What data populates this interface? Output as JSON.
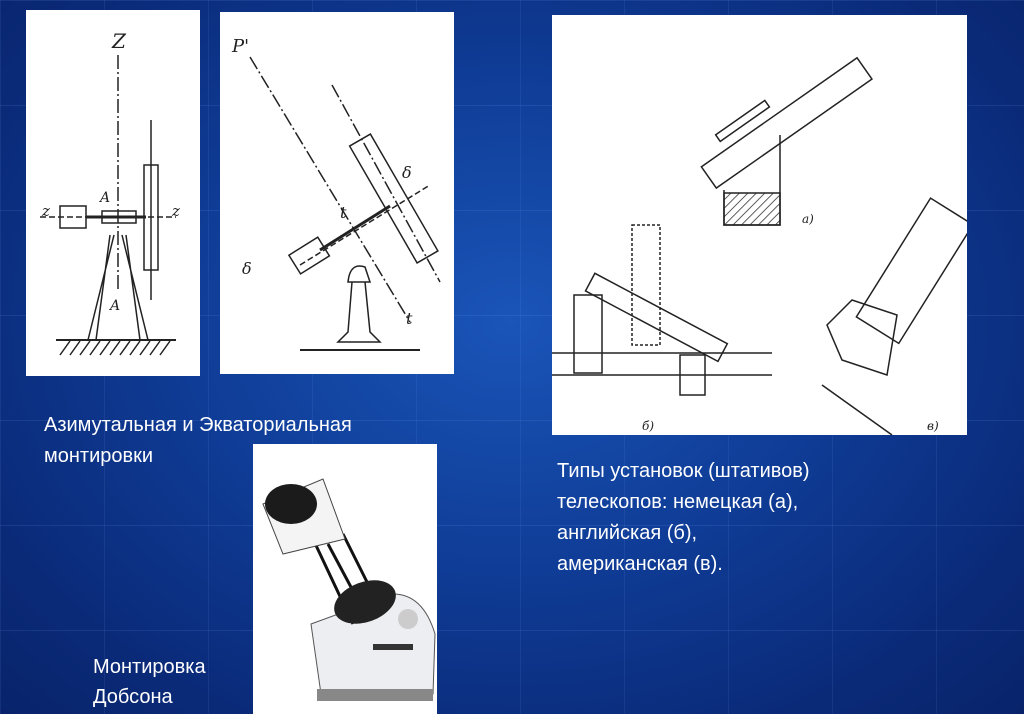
{
  "captions": {
    "mounts": [
      "Азимутальная и Экваториальная",
      "монтировки"
    ],
    "types": [
      "Типы установок (штативов)",
      "телескопов: немецкая (а),",
      "английская (б),",
      "американская (в)."
    ],
    "dobson": [
      "Монтировка",
      "Добсона"
    ]
  },
  "figure_labels": {
    "azimuthal": {
      "zenith": "Z",
      "axis_left": "z",
      "axis_right": "z",
      "a_top": "A",
      "a_bottom": "A"
    },
    "equatorial": {
      "pole": "P'",
      "delta_right": "δ",
      "t_top": "t",
      "delta_left": "δ",
      "t_bottom": "t"
    },
    "types": {
      "a": "а)",
      "b": "б)",
      "v": "в)"
    }
  }
}
